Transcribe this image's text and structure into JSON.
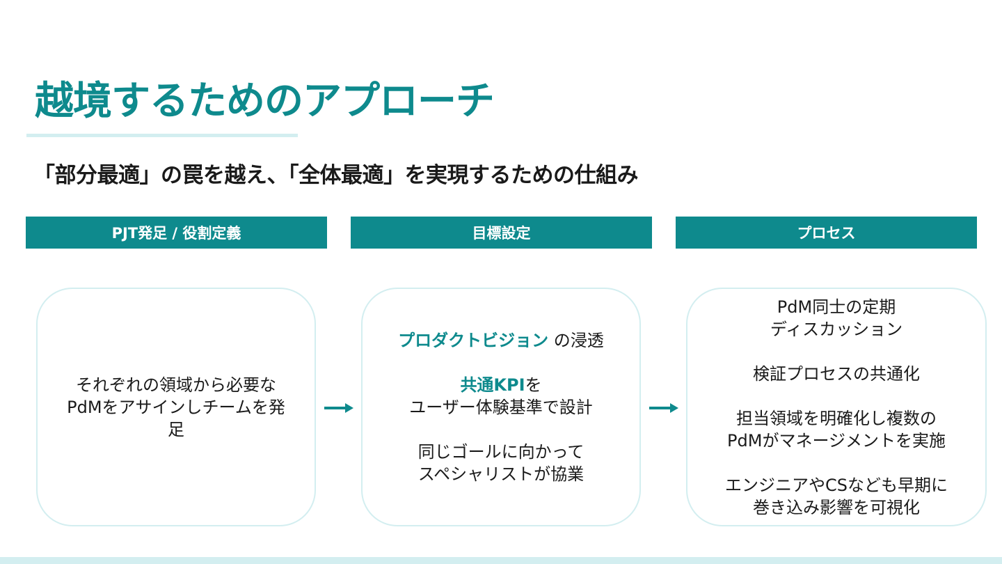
{
  "slide": {
    "title": "越境するためのアプローチ",
    "subtitle": "「部分最適」の罠を越え、「全体最適」を実現するための仕組み"
  },
  "columns": [
    {
      "header": "PJT発足 / 役割定義",
      "lines": [
        "それぞれの領域から必要な",
        "PdMをアサインしチームを発",
        "足"
      ]
    },
    {
      "header": "目標設定",
      "vision_accent": "プロダクトビジョン",
      "vision_rest": " の浸透",
      "kpi_accent": "共通KPI",
      "kpi_rest": "を",
      "kpi_line2": "ユーザー体験基準で設計",
      "goal_line1": "同じゴールに向かって",
      "goal_line2": "スペシャリストが協業"
    },
    {
      "header": "プロセス",
      "block1": [
        "PdM同士の定期",
        "ディスカッション"
      ],
      "block2": [
        "検証プロセスの共通化"
      ],
      "block3": [
        "担当領域を明確化し複数の",
        "PdMがマネージメントを実施"
      ],
      "block4": [
        "エンジニアやCSなども早期に",
        "巻き込み影響を可視化"
      ]
    }
  ],
  "colors": {
    "accent": "#0e8a8d",
    "light_accent": "#d3eef0",
    "text": "#1a1a1a"
  }
}
